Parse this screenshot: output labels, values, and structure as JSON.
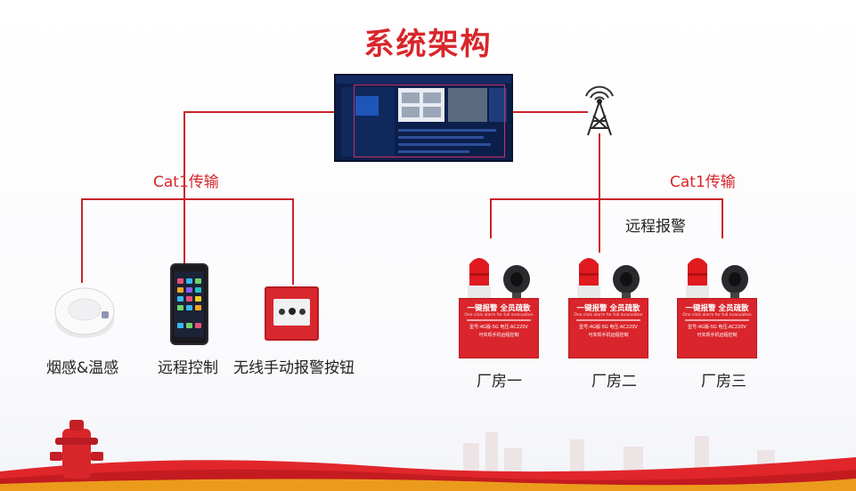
{
  "title": "系统架构",
  "left_link_label": "Cat1传输",
  "right_link_label": "Cat1传输",
  "remote_alarm_label": "远程报警",
  "devices": [
    {
      "caption": "烟感&温感"
    },
    {
      "caption": "远程控制"
    },
    {
      "caption": "无线手动报警按钮"
    }
  ],
  "alarm_units": [
    {
      "caption": "厂房一",
      "head": "一键报警  全员疏散",
      "sub": "One click alarm for full evacuation",
      "spec": "型号:4G版-5G    电压:AC220V",
      "note": "可实现手机远程控制"
    },
    {
      "caption": "厂房二",
      "head": "一键报警  全员疏散",
      "sub": "One click alarm for full evacuation",
      "spec": "型号:4G版-5G    电压:AC220V",
      "note": "可实现手机远程控制"
    },
    {
      "caption": "厂房三",
      "head": "一键报警  全员疏散",
      "sub": "One click alarm for full evacuation",
      "spec": "型号:4G版-5G    电压:AC220V",
      "note": "可实现手机远程控制"
    }
  ],
  "colors": {
    "accent": "#d8262b",
    "line": "#c8242a",
    "monitor_bg": "#0c1f4a"
  },
  "icons": [
    "monitor-icon",
    "signal-tower-icon",
    "smoke-detector-icon",
    "phone-icon",
    "call-point-icon",
    "beacon-icon",
    "speaker-icon",
    "fire-hydrant-icon"
  ]
}
